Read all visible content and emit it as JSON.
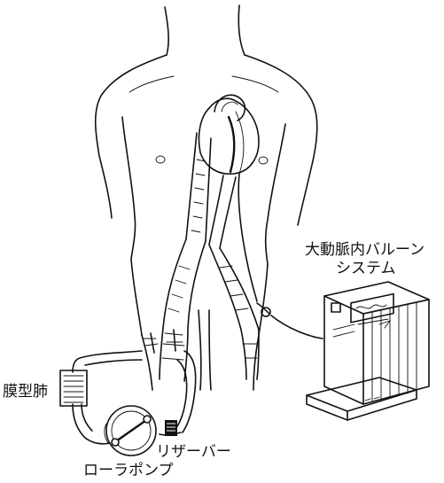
{
  "labels": {
    "iabp_line1": "大動脈内バルーン",
    "iabp_line2": "システム",
    "oxygenator": "膜型肺",
    "reservoir": "リザーバー",
    "roller_pump": "ローラポンプ"
  },
  "colors": {
    "ink": "#111111",
    "paper": "#ffffff"
  }
}
